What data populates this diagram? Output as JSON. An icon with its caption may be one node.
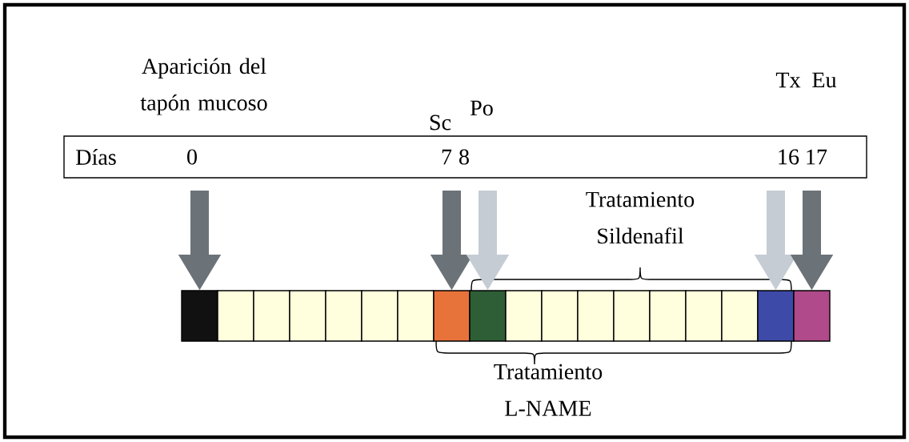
{
  "diagram": {
    "nodes": [
      {
        "text": [
          "Días",
          "0",
          "7",
          "8",
          "16",
          "17"
        ]
      },
      {
        "text": [],
        "shape": "box"
      },
      {
        "text": [],
        "shape": "box"
      },
      {
        "text": [],
        "shape": "box"
      },
      {
        "text": [],
        "shape": "box"
      },
      {
        "text": [],
        "shape": "box"
      },
      {
        "text": [],
        "shape": "box"
      },
      {
        "text": [],
        "shape": "box"
      },
      {
        "text": [],
        "shape": "box"
      },
      {
        "text": [],
        "shape": "box"
      },
      {
        "text": [],
        "shape": "box"
      },
      {
        "text": [],
        "shape": "box"
      },
      {
        "text": [],
        "shape": "box"
      },
      {
        "text": [],
        "shape": "box"
      },
      {
        "text": [],
        "shape": "box"
      },
      {
        "text": [],
        "shape": "box"
      },
      {
        "text": [],
        "shape": "box"
      },
      {
        "text": [],
        "shape": "box"
      },
      {
        "text": [],
        "shape": "box"
      }
    ],
    "edges": [
      {
        "from": null,
        "to": 1,
        "arrow": "to"
      },
      {
        "from": null,
        "to": 8,
        "arrow": "to"
      },
      {
        "from": null,
        "to": 9,
        "arrow": "to",
        "color": "#c5ccd4"
      },
      {
        "from": null,
        "to": 17,
        "arrow": "to",
        "color": "#c5ccd4"
      },
      {
        "from": null,
        "to": 18,
        "arrow": "to"
      }
    ],
    "labels": [
      "Aparición del tapón mucoso",
      "Sc",
      "Po",
      "Tx",
      "Eu",
      "Tratamiento Sildenafil",
      "Tratamiento L-NAME"
    ]
  }
}
